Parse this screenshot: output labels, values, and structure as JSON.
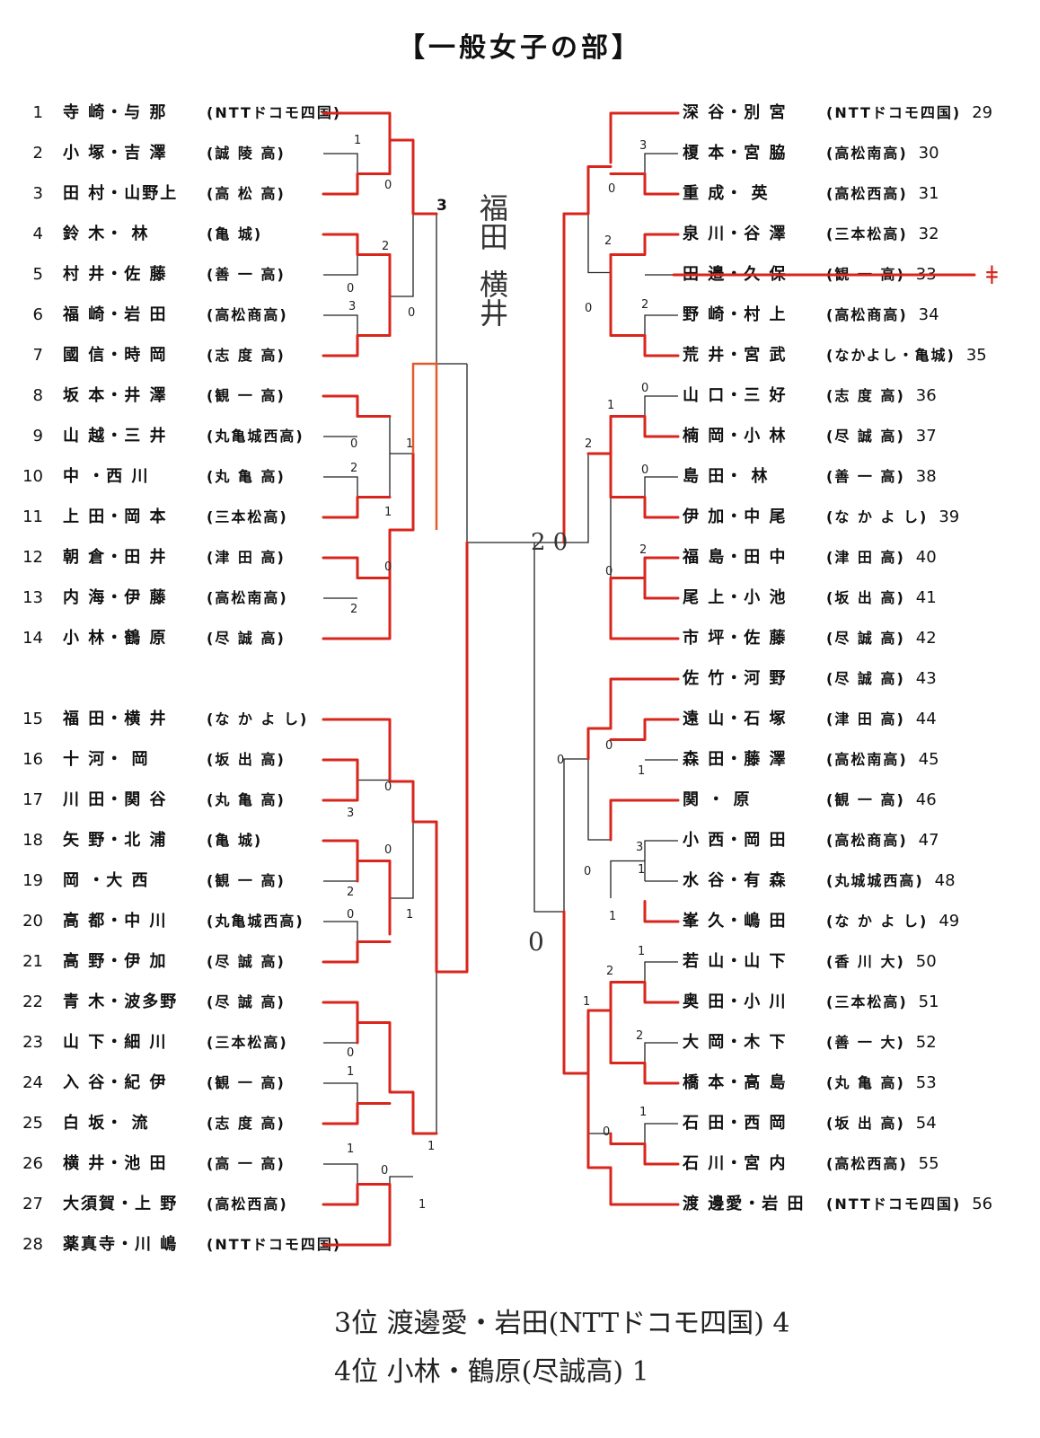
{
  "title": "【一般女子の部】",
  "left_entries": [
    {
      "no": "1",
      "names": "寺 崎・与 那",
      "team": "(NTTドコモ四国)"
    },
    {
      "no": "2",
      "names": "小 塚・吉 澤",
      "team": "(誠 陵 高)"
    },
    {
      "no": "3",
      "names": "田 村・山野上",
      "team": "(高 松 高)"
    },
    {
      "no": "4",
      "names": "鈴 木・ 林",
      "team": "(亀  城)"
    },
    {
      "no": "5",
      "names": "村 井・佐 藤",
      "team": "(善 一 高)"
    },
    {
      "no": "6",
      "names": "福 崎・岩 田",
      "team": "(高松商高)"
    },
    {
      "no": "7",
      "names": "國 信・時 岡",
      "team": "(志 度 高)"
    },
    {
      "no": "8",
      "names": "坂 本・井 澤",
      "team": "(観 一 高)"
    },
    {
      "no": "9",
      "names": "山 越・三 井",
      "team": "(丸亀城西高)"
    },
    {
      "no": "10",
      "names": "中 ・西 川",
      "team": "(丸 亀 高)"
    },
    {
      "no": "11",
      "names": "上 田・岡 本",
      "team": "(三本松高)"
    },
    {
      "no": "12",
      "names": "朝 倉・田 井",
      "team": "(津 田 高)"
    },
    {
      "no": "13",
      "names": "内 海・伊 藤",
      "team": "(高松南高)"
    },
    {
      "no": "14",
      "names": "小 林・鶴 原",
      "team": "(尽 誠 高)"
    },
    {
      "no": "15",
      "names": "福 田・横 井",
      "team": "(な か よ し)"
    },
    {
      "no": "16",
      "names": "十 河・ 岡",
      "team": "(坂 出 高)"
    },
    {
      "no": "17",
      "names": "川 田・関 谷",
      "team": "(丸 亀 高)"
    },
    {
      "no": "18",
      "names": "矢 野・北 浦",
      "team": "(亀  城)"
    },
    {
      "no": "19",
      "names": "岡 ・大 西",
      "team": "(観 一 高)"
    },
    {
      "no": "20",
      "names": "高 都・中 川",
      "team": "(丸亀城西高)"
    },
    {
      "no": "21",
      "names": "高 野・伊 加",
      "team": "(尽 誠 高)"
    },
    {
      "no": "22",
      "names": "青 木・波多野",
      "team": "(尽 誠 高)"
    },
    {
      "no": "23",
      "names": "山 下・細 川",
      "team": "(三本松高)"
    },
    {
      "no": "24",
      "names": "入 谷・紀 伊",
      "team": "(観 一 高)"
    },
    {
      "no": "25",
      "names": "白 坂・ 流",
      "team": "(志 度 高)"
    },
    {
      "no": "26",
      "names": "横 井・池 田",
      "team": "(高 一 高)"
    },
    {
      "no": "27",
      "names": "大須賀・上 野",
      "team": "(高松西高)"
    },
    {
      "no": "28",
      "names": "薬真寺・川 嶋",
      "team": "(NTTドコモ四国)"
    }
  ],
  "right_entries": [
    {
      "no": "29",
      "names": "深 谷・別 宮",
      "team": "(NTTドコモ四国)"
    },
    {
      "no": "30",
      "names": "榎 本・宮 脇",
      "team": "(高松南高)"
    },
    {
      "no": "31",
      "names": "重 成・ 英",
      "team": "(高松西高)"
    },
    {
      "no": "32",
      "names": "泉 川・谷 澤",
      "team": "(三本松高)"
    },
    {
      "no": "33",
      "names": "田 邉・久 保",
      "team": "(観 一 高)"
    },
    {
      "no": "34",
      "names": "野 崎・村 上",
      "team": "(高松商高)"
    },
    {
      "no": "35",
      "names": "荒 井・宮 武",
      "team": "(なかよし・亀城)"
    },
    {
      "no": "36",
      "names": "山 口・三 好",
      "team": "(志 度 高)"
    },
    {
      "no": "37",
      "names": "楠 岡・小 林",
      "team": "(尽 誠 高)"
    },
    {
      "no": "38",
      "names": "島 田・ 林",
      "team": "(善 一 高)"
    },
    {
      "no": "39",
      "names": "伊 加・中 尾",
      "team": "(な か よ し)"
    },
    {
      "no": "40",
      "names": "福 島・田 中",
      "team": "(津 田 高)"
    },
    {
      "no": "41",
      "names": "尾 上・小 池",
      "team": "(坂 出 高)"
    },
    {
      "no": "42",
      "names": "市 坪・佐 藤",
      "team": "(尽 誠 高)"
    },
    {
      "no": "43",
      "names": "佐 竹・河 野",
      "team": "(尽 誠 高)"
    },
    {
      "no": "44",
      "names": "遠 山・石 塚",
      "team": "(津 田 高)"
    },
    {
      "no": "45",
      "names": "森 田・藤 澤",
      "team": "(高松南高)"
    },
    {
      "no": "46",
      "names": "関 ・ 原",
      "team": "(観 一 高)"
    },
    {
      "no": "47",
      "names": "小 西・岡 田",
      "team": "(高松商高)"
    },
    {
      "no": "48",
      "names": "水 谷・有 森",
      "team": "(丸城城西高)"
    },
    {
      "no": "49",
      "names": "峯 久・嶋 田",
      "team": "(な か よ し)"
    },
    {
      "no": "50",
      "names": "若 山・山 下",
      "team": "(香 川 大)"
    },
    {
      "no": "51",
      "names": "奥 田・小 川",
      "team": "(三本松高)"
    },
    {
      "no": "52",
      "names": "大 岡・木 下",
      "team": "(善 一 大)"
    },
    {
      "no": "53",
      "names": "橋 本・高 島",
      "team": "(丸 亀 高)"
    },
    {
      "no": "54",
      "names": "石 田・西 岡",
      "team": "(坂 出 高)"
    },
    {
      "no": "55",
      "names": "石 川・宮 内",
      "team": "(高松西高)"
    },
    {
      "no": "56",
      "names": "渡 邊愛・岩 田",
      "team": "(NTTドコモ四国)"
    }
  ],
  "handwritten": {
    "champion_top": "福田",
    "champion_bottom": "横井",
    "final_score": "2 0",
    "final_low": "0",
    "semi_left_top": "3",
    "cross_mark": "ǂ",
    "third_place": "3位 渡邊愛・岩田(NTTドコモ四国) 4",
    "fourth_place": "4位 小林・鶴原(尽誠高) 1"
  },
  "scores": {
    "l_r1_2_3": [
      "1",
      "0"
    ],
    "l_r1_4_5": [
      "2",
      "0"
    ],
    "l_r1_6_7": [
      "3"
    ],
    "l_r2_top": [
      "0"
    ],
    "l_r1_9_10": [
      "0",
      "2"
    ],
    "l_r1_11": [
      "1"
    ],
    "l_r2_mid": [
      "1"
    ],
    "l_r1_12_13": [
      "0",
      "2"
    ],
    "l_r1_16_17": [
      "0",
      "3"
    ],
    "l_r1_18_19": [
      "0",
      "2"
    ],
    "l_r1_20": [
      "0",
      "1"
    ],
    "l_r1_23_24": [
      "0",
      "1"
    ],
    "l_r1_26_27": [
      "1",
      "0"
    ],
    "l_r2_bot": [
      "1",
      "1"
    ],
    "r_r1_30": [
      "3",
      "0"
    ],
    "r_r1_32": [
      "2"
    ],
    "r_r1_34": [
      "2",
      "0"
    ],
    "r_r1_36_37": [
      "0",
      "1"
    ],
    "r_r1_38": [
      "0",
      "2"
    ],
    "r_r1_40": [
      "2",
      "0"
    ],
    "r_r1_44_45": [
      "0",
      "1"
    ],
    "r_r1_47_48": [
      "3",
      "1"
    ],
    "r_r2_mid": [
      "0",
      "0"
    ],
    "r_r1_49": [
      "1"
    ],
    "r_r1_50_51": [
      "1",
      "2"
    ],
    "r_r1_52": [
      "2"
    ],
    "r_r2_low": [
      "1"
    ],
    "r_r1_54": [
      "1",
      "0"
    ]
  }
}
